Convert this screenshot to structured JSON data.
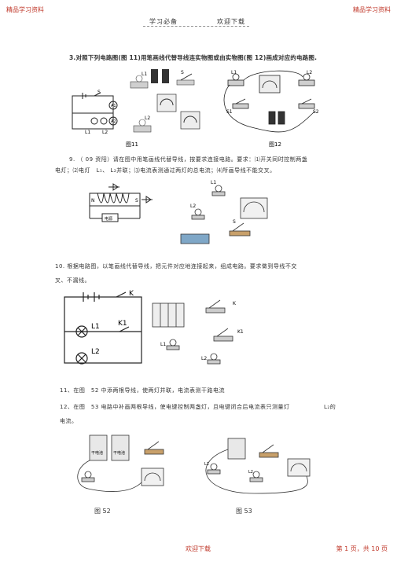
{
  "header": {
    "corner_left": "精品学习资料",
    "corner_right": "精品学习资料",
    "center_left": "学习必备",
    "center_right": "欢迎下载"
  },
  "q3": {
    "text": "3.对照下列电路图(图 11)用笔画线代替导线连实物图或由实物图(图 12)画成对应的电路图."
  },
  "fig11": {
    "caption": "图11",
    "labels": [
      "S",
      "L1",
      "L2",
      "A1",
      "A2",
      "L1",
      "L2",
      "S"
    ]
  },
  "fig12": {
    "caption": "图12",
    "labels": [
      "L1",
      "L2",
      "S1",
      "S2"
    ]
  },
  "q9": {
    "line1": "9. （ 09 资阳）请在图中用笔画线代替导线，按要求连接电路。要求：⑴开关同时控制两盏",
    "line2": "电灯；⑵电灯　L₁、 L₂并联；⑶电流表测通过两灯的总电流；⑷所画导线不能交叉。",
    "labels": [
      "N",
      "S",
      "电源",
      "L1",
      "L2",
      "S"
    ]
  },
  "q10": {
    "line1": "10. 根据电路图，以笔画线代替导线，把元件对应地连接起来，组成电路。要求做到导线不交",
    "line2": "叉、不漏线。",
    "labels": [
      "K",
      "L1",
      "K1",
      "L2",
      "K",
      "K1",
      "L1",
      "L2"
    ]
  },
  "q11": {
    "text": "11、在图　52 中添两根导线，使两灯并联，电流表测干路电流"
  },
  "q12": {
    "line1": "12、在图　53 电路中补画两根导线，使电键控制两盏灯，且电键闭合后电流表只测量灯",
    "line1b": "L₂的",
    "line2": "电流。"
  },
  "fig52": {
    "caption": "图 52",
    "labels": [
      "干电池",
      "干电池"
    ]
  },
  "fig53": {
    "caption": "图 53",
    "labels": [
      "L1",
      "L2"
    ]
  },
  "footer": {
    "center": "欢迎下载",
    "right": "第 1 页，共 10 页"
  }
}
